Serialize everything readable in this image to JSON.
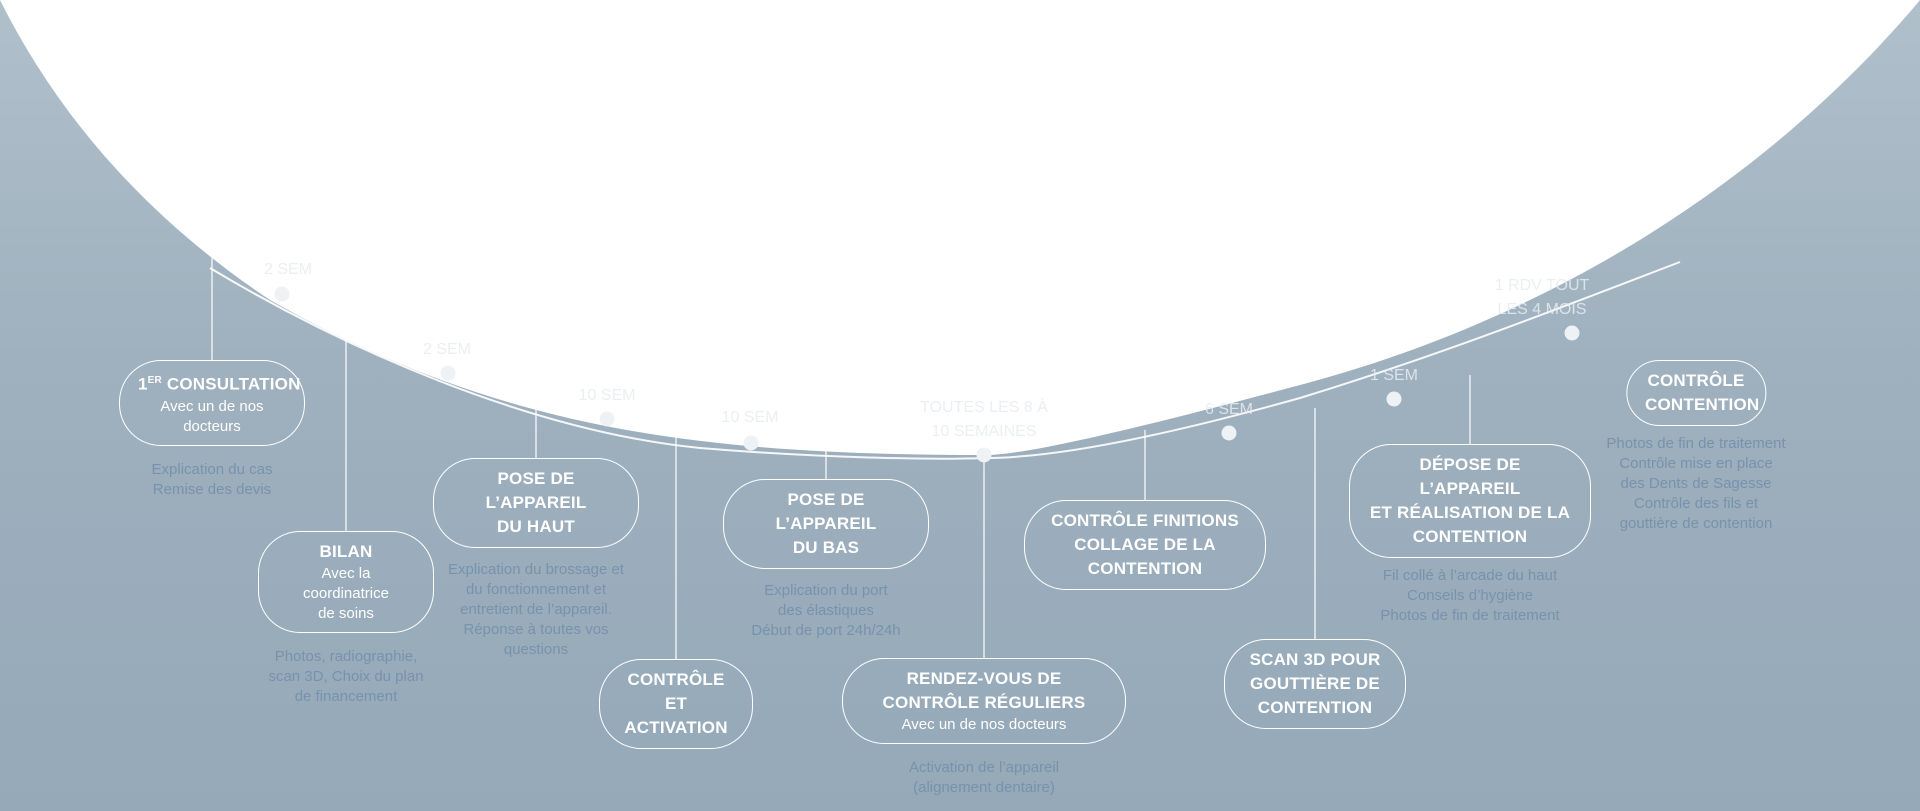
{
  "colors": {
    "bg_top": "#b0c0cb",
    "bg_bottom": "#95a9b8",
    "white": "#ffffff",
    "desc": "#7792ad"
  },
  "durations": [
    "2 SEM",
    "2 SEM",
    "10 SEM",
    "10 SEM",
    "TOUTES LES 8 À\n10 SEMAINES",
    "6 SEM",
    "1 SEM",
    "1 RDV TOUT\nLES 4 MOIS"
  ],
  "steps": [
    {
      "title": "CONSULTATION",
      "title_prefix": "1",
      "title_sup": "er",
      "subtitle": "Avec un de nos\ndocteurs",
      "desc": "Explication du cas\nRemise des devis"
    },
    {
      "title": "BILAN",
      "subtitle": "Avec la coordinatrice\nde soins",
      "desc": "Photos, radiographie,\nscan 3D, Choix du plan\nde financement"
    },
    {
      "title": "POSE DE L’APPAREIL\nDU HAUT",
      "subtitle": "",
      "desc": "Explication du brossage et\ndu fonctionnement et\nentretient de l’appareil.\nRéponse à toutes vos\nquestions"
    },
    {
      "title": "CONTRÔLE ET\nACTIVATION",
      "subtitle": "",
      "desc": ""
    },
    {
      "title": "POSE DE L’APPAREIL\nDU BAS",
      "subtitle": "",
      "desc": "Explication du port\ndes élastiques\nDébut de port 24h/24h"
    },
    {
      "title": "RENDEZ-VOUS DE\nCONTRÔLE RÉGULIERS",
      "subtitle": "Avec un de nos docteurs",
      "desc": "Activation de l’appareil\n(alignement dentaire)"
    },
    {
      "title": "CONTRÔLE FINITIONS\nCOLLAGE DE LA\nCONTENTION",
      "subtitle": "",
      "desc": ""
    },
    {
      "title": "SCAN 3D POUR\nGOUTTIÈRE DE\nCONTENTION",
      "subtitle": "",
      "desc": ""
    },
    {
      "title": "DÉPOSE DE L’APPAREIL\nET RÉALISATION DE LA\nCONTENTION",
      "subtitle": "",
      "desc": "Fil collé à l’arcade du haut\nConseils d’hygiène\nPhotos de fin de traitement"
    },
    {
      "title": "CONTRÔLE\nCONTENTION",
      "subtitle": "",
      "desc": "Photos de fin de traitement\nContrôle mise en place\ndes Dents de Sagesse\nContrôle des fils et\ngouttière de contention"
    }
  ]
}
